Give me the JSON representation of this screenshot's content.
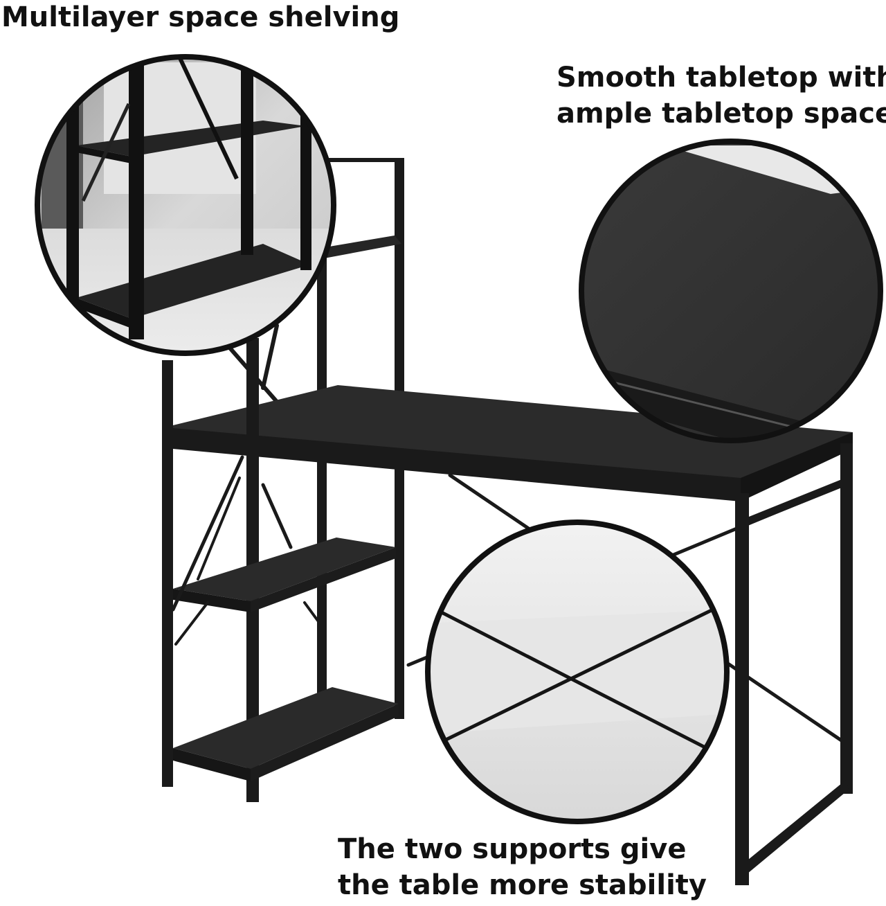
{
  "captions": {
    "shelving": "Multilayer space shelving",
    "tabletop_line1": "Smooth tabletop with",
    "tabletop_line2": "ample tabletop space",
    "supports_line1": "The two supports give",
    "supports_line2": "the table more stability"
  },
  "colors": {
    "frame": "#1a1a1a",
    "wood": "#262626",
    "background": "#ffffff"
  }
}
